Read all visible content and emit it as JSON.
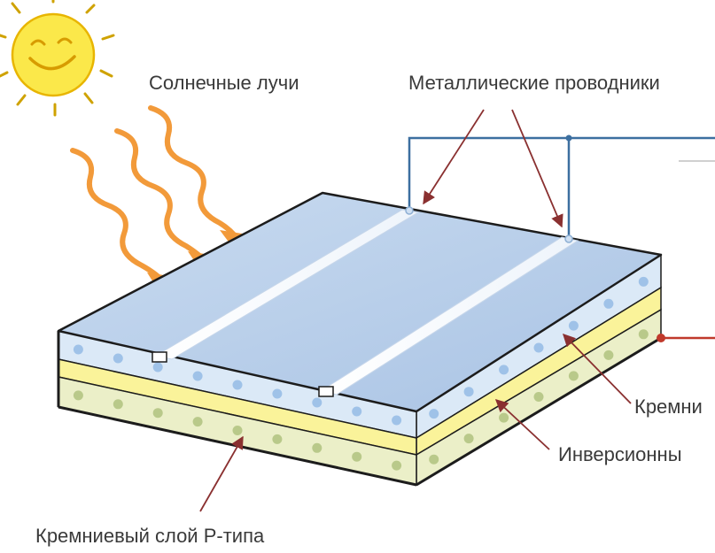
{
  "labels": {
    "sun_rays": "Солнечные лучи",
    "metal_conductors": "Металлические проводники",
    "silicon_n": "Кремни",
    "inversion": "Инверсионны",
    "silicon_p": "Кремниевый слой P-типа"
  },
  "colors": {
    "background": "#ffffff",
    "sun": "#fbe84a",
    "sun_outline": "#e8b500",
    "rays": "#f29a3a",
    "glass_top": "#b4cbe8",
    "layer_blue": "#dbe9f7",
    "layer_yellow": "#faf39a",
    "layer_green": "#ebefc8",
    "dots_blue": "#9fc2e8",
    "dots_green": "#b9c98a",
    "wire_blue": "#3c6fa0",
    "wire_red": "#c0392b",
    "pointer": "#8a3030",
    "edge": "#1c1c1c"
  },
  "icons": {
    "sun": "smiling-sun-icon"
  }
}
